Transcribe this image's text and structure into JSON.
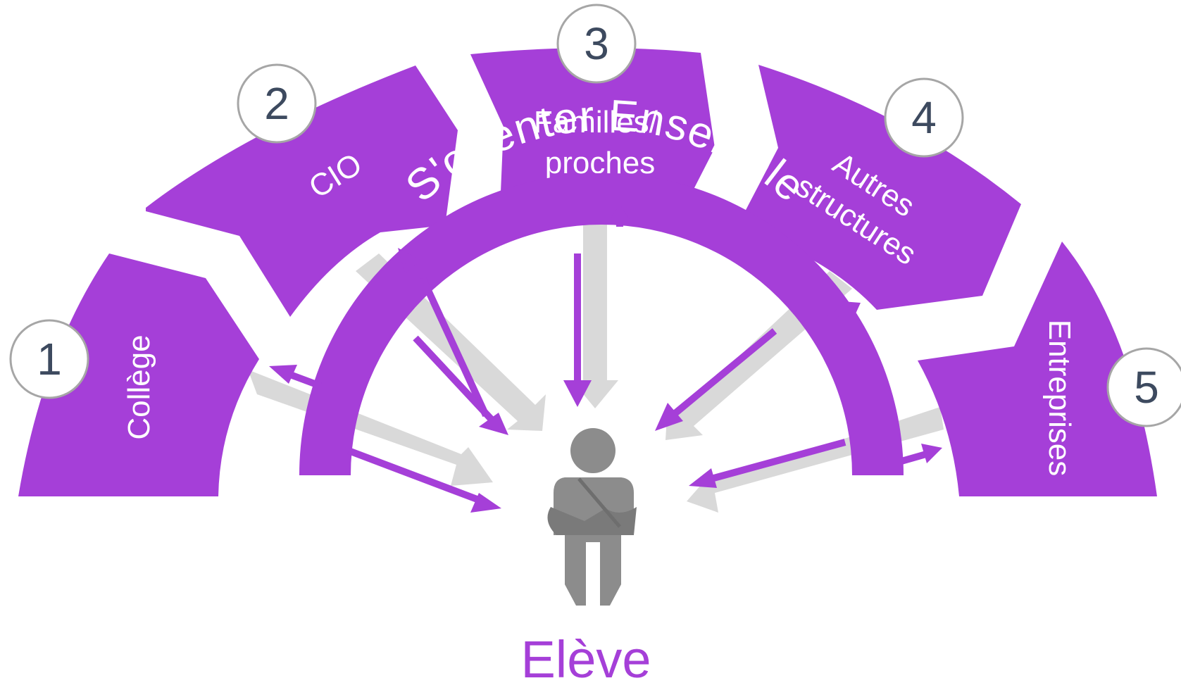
{
  "colors": {
    "purple": "#a53fd8",
    "grey_arrow": "#d9d9d9",
    "person": "#8c8c8c",
    "badge_fill": "#ffffff",
    "badge_stroke": "#a6a6a6",
    "badge_text": "#3d4a5f"
  },
  "ring_title": "S'orienter Ensemble",
  "center": {
    "label": "Elève",
    "icon": "student-icon"
  },
  "segments": [
    {
      "number": "1",
      "label_lines": [
        "Collège"
      ]
    },
    {
      "number": "2",
      "label_lines": [
        "CIO"
      ]
    },
    {
      "number": "3",
      "label_lines": [
        "Familles/",
        "proches"
      ]
    },
    {
      "number": "4",
      "label_lines": [
        "Autres",
        "structures"
      ]
    },
    {
      "number": "5",
      "label_lines": [
        "Entreprises"
      ]
    }
  ]
}
